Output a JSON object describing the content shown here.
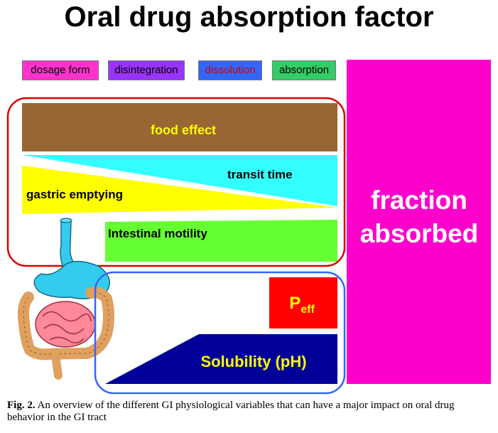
{
  "title": "Oral drug absorption factor",
  "legend": {
    "dosage_form": "dosage form",
    "disintegration": "disintegration",
    "dissolution": "dissolution",
    "absorption": "absorption"
  },
  "labels": {
    "food_effect": "food effect",
    "transit_time": "transit time",
    "gastric_emptying": "gastric emptying",
    "intestinal_motility": "Intestinal motility",
    "peff_main": "P",
    "peff_sub": "eff",
    "solubility": "Solubility (pH)",
    "fraction_line1": "fraction",
    "fraction_line2": "absorbed"
  },
  "caption": {
    "label": "Fig. 2.",
    "text": "An overview of the different GI physiological variables that can have a major impact on oral drug behavior in the GI tract"
  },
  "colors": {
    "dosage_form": "#ff33cc",
    "disintegration": "#9933ff",
    "dissolution": "#3366ff",
    "absorption": "#33cc66",
    "food_effect": "#996633",
    "transit_time": "#33ffff",
    "gastric_emptying": "#ffff00",
    "intestinal_motility": "#66ff33",
    "peff": "#ff0000",
    "solubility": "#000099",
    "fraction_absorbed": "#ff00cc",
    "physiology_outline": "#dd0000",
    "drug_outline": "#3366ff"
  }
}
